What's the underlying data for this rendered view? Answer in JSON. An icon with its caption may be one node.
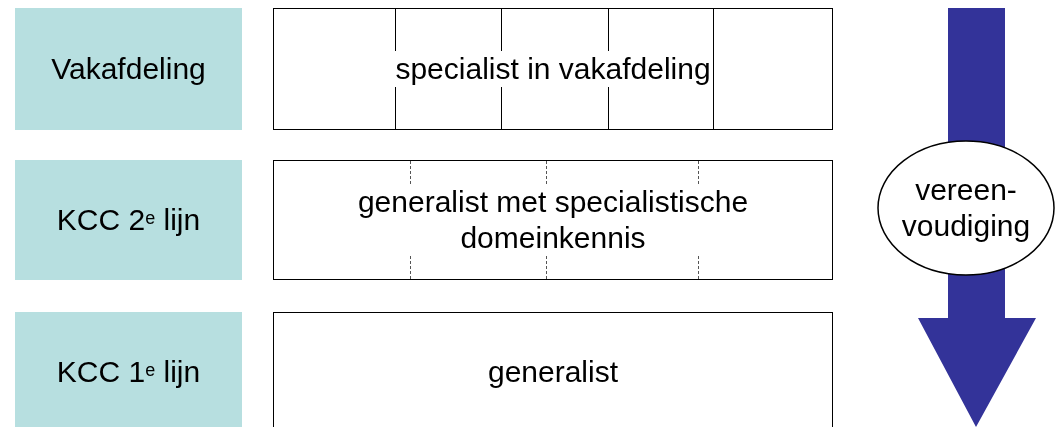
{
  "diagram": {
    "nodes": [
      {
        "text": [
          "Vakafdeling"
        ]
      },
      {
        "text": [
          "specialist in vakafdeling"
        ]
      },
      {
        "text": [
          "KCC 2$^{e}$ lijn"
        ]
      },
      {
        "text": [
          "generalist met specialistische domeinkennis"
        ]
      },
      {
        "text": [
          "KCC 1$^{e}$ lijn"
        ]
      },
      {
        "text": [
          "generalist"
        ]
      },
      {
        "text": [
          "vereen- voudiging"
        ]
      }
    ]
  }
}
